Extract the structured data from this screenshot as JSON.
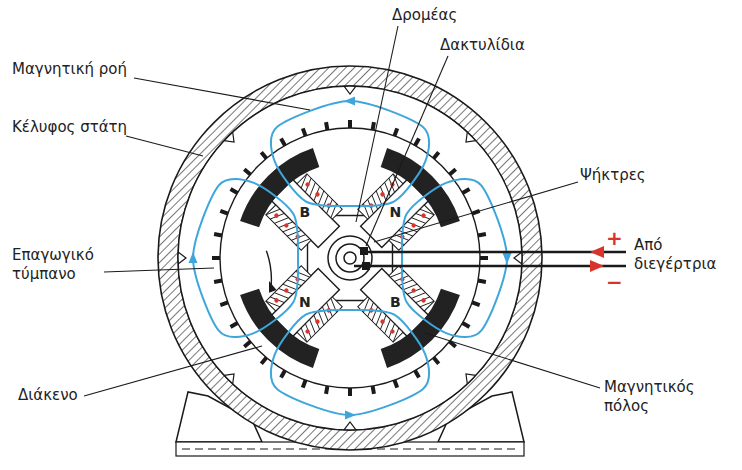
{
  "diagram": {
    "labels": [
      "Δρομέας",
      "Δακτυλίδια",
      "Μαγνητική ροή",
      "Κέλυφος στάτη",
      "Ψήκτρες",
      "Επαγωγικό τύμπανο",
      "Από διεγέρτρια",
      "+",
      "−",
      "Διάκενο",
      "Μαγνητικός πόλος",
      "Β",
      "Ν",
      "Ν",
      "Β"
    ]
  }
}
